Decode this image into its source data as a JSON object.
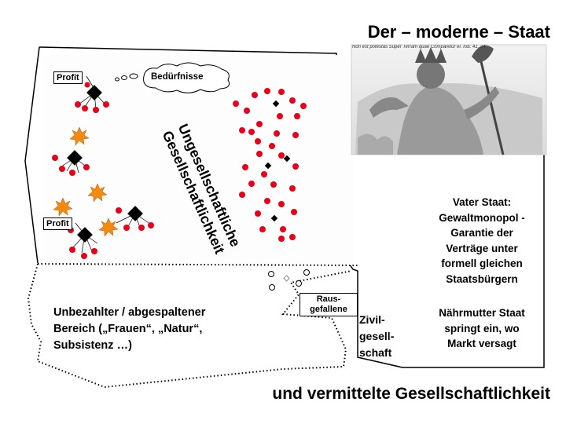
{
  "title": "Der – moderne – Staat",
  "footer": "und vermittelte Gesellschaftlichkeit",
  "labels": {
    "profit_top": "Profit",
    "profit_bottom": "Profit",
    "beduerfnisse": "Bedürfnisse",
    "ungesellschaftliche_1": "Ungesellschaftliche",
    "ungesellschaftliche_2": "Gesellschaftlichkeit",
    "raus_1": "Raus-",
    "raus_2": "gefallene"
  },
  "vater_staat": [
    "Vater Staat:",
    "Gewaltmonopol -",
    "Garantie der",
    "Verträge unter",
    "formell gleichen",
    "Staatsbürgern"
  ],
  "naehrmutter": [
    "Nährmutter Staat",
    "springt ein, wo",
    "Markt versagt"
  ],
  "zivil": [
    "Zivil-",
    "gesell-",
    "schaft"
  ],
  "unbezahlt": [
    "Unbezahlter / abgespaltener",
    "Bereich („Frauen“, „Natur“,",
    "Subsistenz …)"
  ],
  "engraving_caption": "Non est potestas Super Terram quae Comparetur ei. Iob. 41. 24",
  "colors": {
    "dot": "#e8001a",
    "star": "#f08a10",
    "diamond": "#000000"
  },
  "icons": [
    "leviathan-engraving",
    "thought-cloud",
    "star-burst-icon",
    "diamond-node-icon"
  ]
}
